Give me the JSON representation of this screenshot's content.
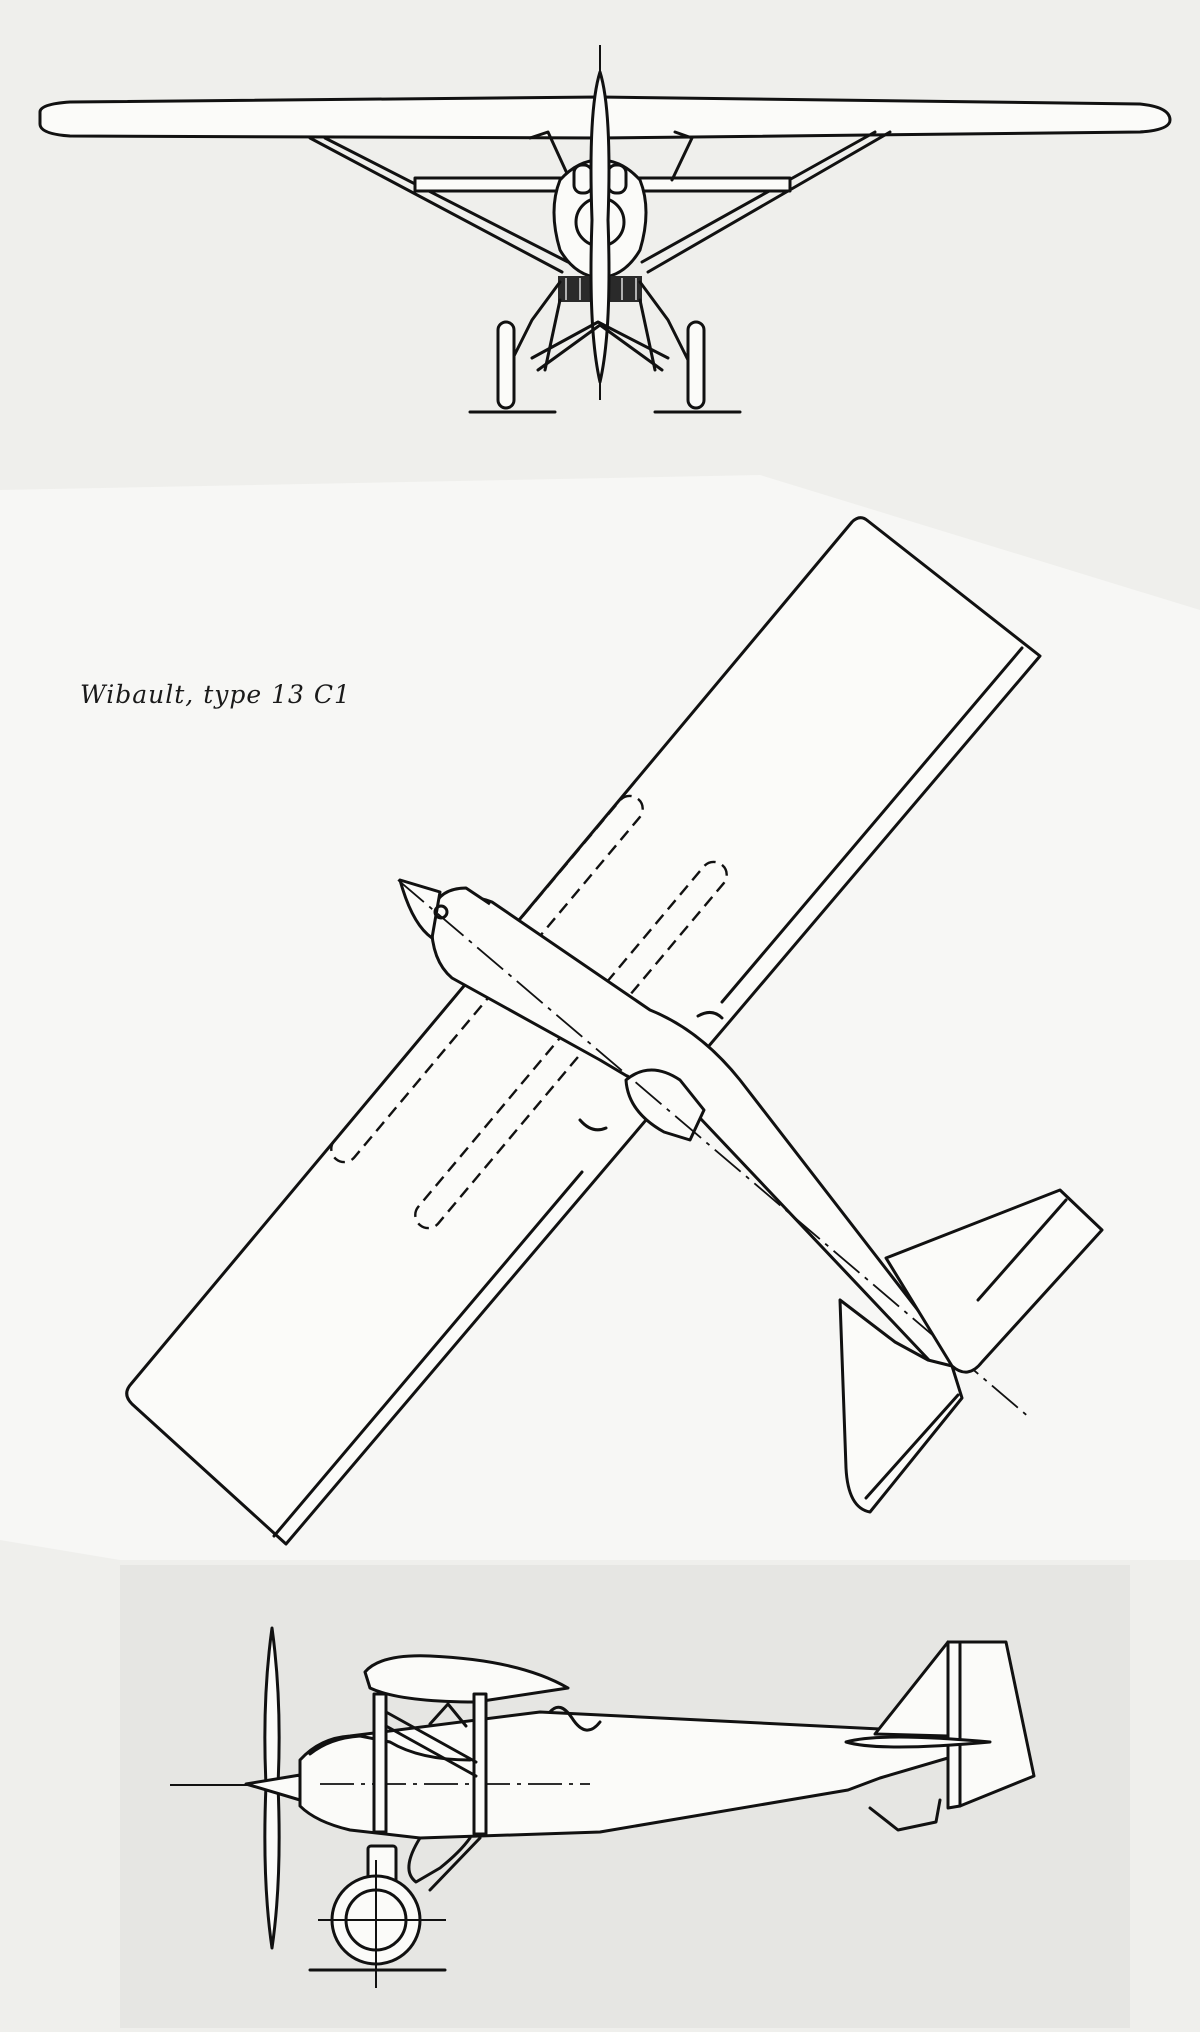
{
  "caption": "Wibault, type 13 C1",
  "colors": {
    "paper": "#efefec",
    "ink": "#111111"
  },
  "views": [
    "front-view",
    "plan-view",
    "side-view"
  ]
}
